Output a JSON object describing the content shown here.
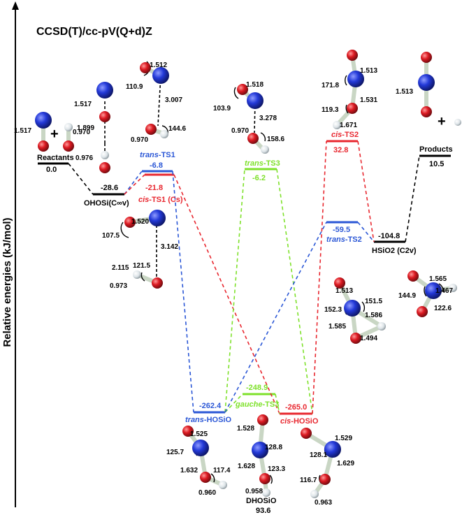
{
  "header": {
    "method": "CCSD(T)/cc-pV(Q+d)Z",
    "y_axis_label": "Relative energies (kJ/mol)"
  },
  "colors": {
    "black": "#000000",
    "red": "#e8272f",
    "blue": "#2b57d6",
    "green": "#7ee12a",
    "atom_si": "#1f2fc9",
    "atom_o": "#d4141e",
    "atom_h": "#dde4e8",
    "bond": "#c9d6c4"
  },
  "levels": {
    "reactants": {
      "name": "Reactants",
      "energy": "0.0"
    },
    "ohosi": {
      "name": "OHOSi(C∞v)",
      "energy": "-28.6"
    },
    "trans_ts1": {
      "name_prefix": "trans",
      "name_suffix": "-TS1",
      "energy": "-6.8"
    },
    "cis_ts1": {
      "name_prefix": "cis",
      "name_suffix": "-TS1 (Cs)",
      "energy": "-21.8"
    },
    "trans_ts3": {
      "name_prefix": "trans",
      "name_suffix": "-TS3",
      "energy": "-6.2"
    },
    "cis_ts2": {
      "name_prefix": "cis",
      "name_suffix": "-TS2",
      "energy": "32.8"
    },
    "trans_ts2": {
      "name_prefix": "trans",
      "name_suffix": "-TS2",
      "energy": "-59.5"
    },
    "hsio2": {
      "name": "HSiO2 (C2v)",
      "energy": "-104.8"
    },
    "products": {
      "name": "Products",
      "energy": "10.5"
    },
    "trans_hosio": {
      "name_prefix": "trans",
      "name_suffix": "-HOSiO",
      "energy": "-262.4"
    },
    "gauche_ts3": {
      "name_prefix": "gauche",
      "name_suffix": "-TS3",
      "energy": "-248.9"
    },
    "cis_hosio": {
      "name_prefix": "cis",
      "name_suffix": "-HOSiO",
      "energy": "-265.0"
    },
    "dhosio": {
      "name": "DHOSiO",
      "energy": "93.6"
    }
  },
  "geometry_labels": {
    "reactants": [
      "1.517",
      "0.970"
    ],
    "ohosi": [
      "1.517",
      "1.899",
      "0.976"
    ],
    "trans_ts1": [
      "1.512",
      "110.9",
      "3.007",
      "144.6",
      "0.970"
    ],
    "cis_ts1": [
      "1.520",
      "107.5",
      "3.142",
      "2.115",
      "121.5",
      "0.973"
    ],
    "trans_ts3": [
      "1.518",
      "103.9",
      "3.278",
      "158.6",
      "0.970"
    ],
    "cis_ts2": [
      "1.513",
      "171.8",
      "1.531",
      "119.3",
      "1.671"
    ],
    "products": [
      "1.513"
    ],
    "hsio2_ts2": [
      "1.513",
      "151.5",
      "152.3",
      "1.586",
      "1.585",
      "1.494"
    ],
    "hsio2": [
      "1.565",
      "1.467",
      "144.9",
      "122.6"
    ],
    "trans_hosio": [
      "1.525",
      "125.7",
      "1.632",
      "117.4",
      "0.960"
    ],
    "dhosio": [
      "1.528",
      "128.8",
      "1.628",
      "123.3",
      "0.958"
    ],
    "cis_hosio": [
      "1.529",
      "128.1",
      "1.629",
      "116.7",
      "0.963"
    ]
  },
  "plus_sign": "+"
}
